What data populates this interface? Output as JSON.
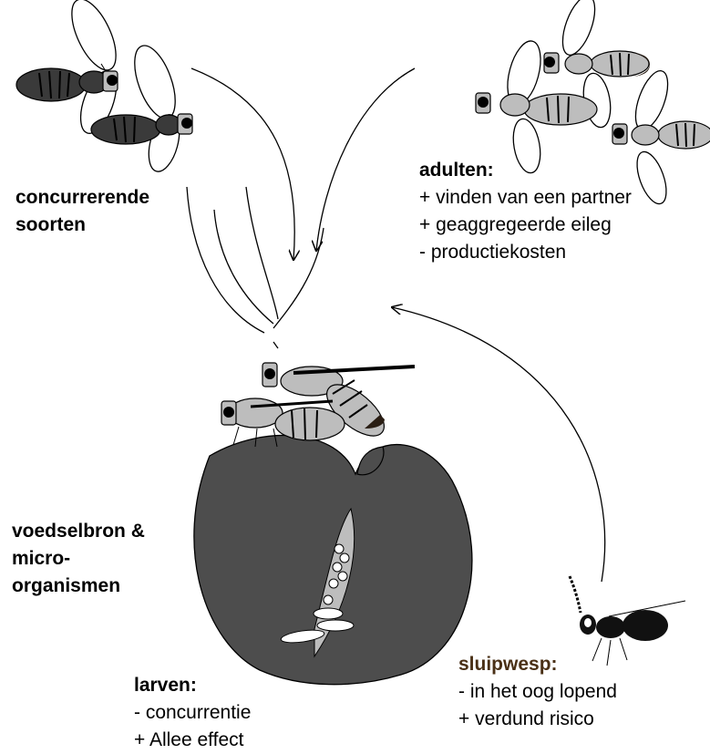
{
  "colors": {
    "competitor_fly": "#3a3a3a",
    "conspecific_fly": "#bdbdbd",
    "fruit": "#4d4d4d",
    "wing": "#ffffff",
    "egg": "#ffffff",
    "wasp": "#111111",
    "wasp_heading": "#4a3016"
  },
  "labels": {
    "competitors": {
      "line1": "concurrerende",
      "line2": "soorten"
    },
    "adults": {
      "title": "adulten:",
      "items": [
        "+ vinden van een partner",
        "+ geaggregeerde eileg",
        "- productiekosten"
      ]
    },
    "food": {
      "line1": "voedselbron &",
      "line2": "micro-",
      "line3": "organismen"
    },
    "larvae": {
      "title": "larven:",
      "items": [
        "- concurrentie",
        "+ Allee effect"
      ]
    },
    "parasitoid": {
      "title": "sluipwesp:",
      "items": [
        "- in het oog lopend",
        "+ verdund risico"
      ]
    }
  },
  "icons": [
    "competitor-fly-icon",
    "conspecific-fly-icon",
    "fruit-icon",
    "egg-icon",
    "larva-icon",
    "parasitoid-wasp-icon"
  ]
}
